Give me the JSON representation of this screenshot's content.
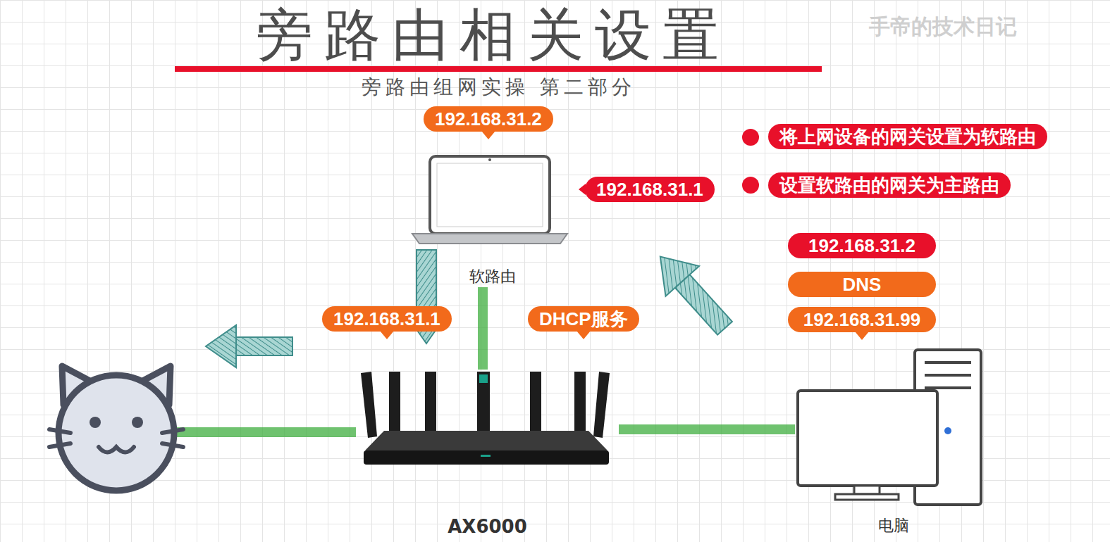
{
  "diagram": {
    "title": "旁路由相关设置",
    "nodes": [
      {
        "text": [
          "软路由"
        ]
      },
      {
        "text": [
          "AX6000"
        ]
      },
      {
        "text": [
          "电脑"
        ]
      }
    ],
    "edges": [
      {
        "from": 0,
        "to": 1,
        "arrow": "none"
      },
      {
        "from": 1,
        "to": 2,
        "arrow": "none"
      }
    ],
    "labels": [
      "旁路由组网实操 第二部分",
      "手帝的技术日记",
      "192.168.31.2",
      "192.168.31.1",
      "将上网设备的网关设置为软路由",
      "设置软路由的网关为主路由",
      "192.168.31.2",
      "DNS",
      "192.168.31.99",
      "192.168.31.1",
      "DHCP服务"
    ]
  }
}
